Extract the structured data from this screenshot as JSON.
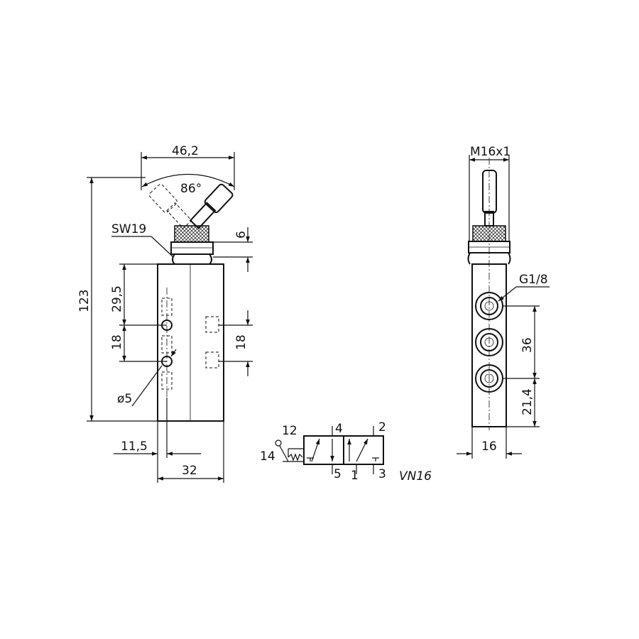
{
  "dimensions": {
    "top_width": "46,2",
    "angle": "86°",
    "wrench_size": "SW19",
    "nut_height": "6",
    "height_total": "123",
    "port_top": "29,5",
    "port_spacing_left": "18",
    "port_spacing_right": "18",
    "hole_diameter": "ø5",
    "offset_left": "11,5",
    "body_width": "32",
    "thread": "M16x1",
    "port_thread": "G1/8",
    "port_spacing_side": "36",
    "port_bottom": "21,4",
    "side_width": "16"
  },
  "symbol": {
    "ports": {
      "p12": "12",
      "p14": "14",
      "p4": "4",
      "p2": "2",
      "p5": "5",
      "p1": "1",
      "p3": "3"
    },
    "model": "VN16"
  }
}
